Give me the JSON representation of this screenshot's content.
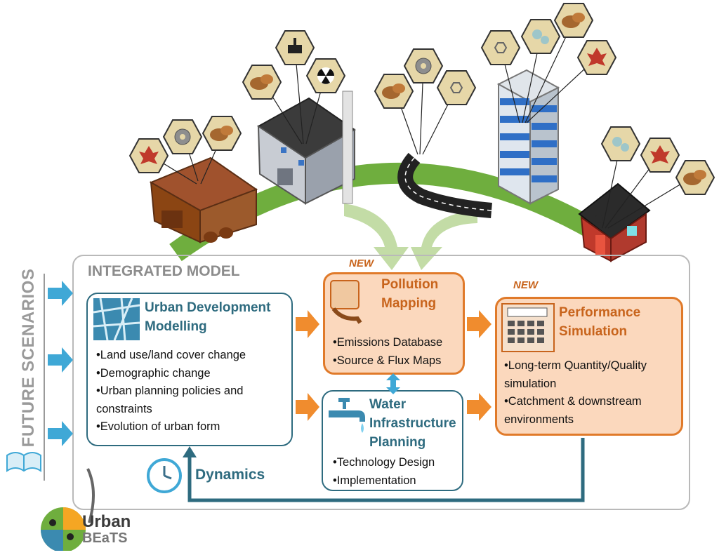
{
  "frame": {
    "title": "INTEGRATED MODEL"
  },
  "future_scenarios": {
    "label": "FUTURE SCENARIOS"
  },
  "udm": {
    "title_line1": "Urban Development",
    "title_line2": "Modelling",
    "bullets": [
      "Land use/land cover change",
      "Demographic change",
      "Urban planning policies and",
      "constraints",
      "Evolution of urban form"
    ]
  },
  "pollution": {
    "new_tag": "NEW",
    "title_line1": "Pollution",
    "title_line2": "Mapping",
    "bullets": [
      "Emissions Database",
      "Source & Flux Maps"
    ]
  },
  "performance": {
    "new_tag": "NEW",
    "title_line1": "Performance",
    "title_line2": "Simulation",
    "bullets": [
      "Long-term Quantity/Quality",
      "simulation",
      "Catchment & downstream",
      "environments"
    ]
  },
  "water": {
    "title_line1": "Water",
    "title_line2": "Infrastructure",
    "title_line3": "Planning",
    "bullets": [
      "Technology Design",
      "Implementation"
    ]
  },
  "dynamics": {
    "label": "Dynamics"
  },
  "logo": {
    "text_line1": "Urban",
    "text_line2": "BEaTS"
  },
  "colors": {
    "teal": "#2e6b7f",
    "orange": "#e07a2a",
    "orange_fill": "#fbd8bd",
    "green_arc": "#6fae3e",
    "light_green_arrow": "#c3dca6",
    "blue_arrow": "#3fa8d6"
  },
  "icons": [
    "leaf-icon",
    "gear-icon",
    "rocks-icon",
    "oil-hand-icon",
    "radiation-icon",
    "molecule-icon",
    "bubbles-icon",
    "clock-icon",
    "calculator-icon",
    "faucet-icon",
    "book-icon",
    "city-map-icon",
    "pour-can-icon"
  ]
}
